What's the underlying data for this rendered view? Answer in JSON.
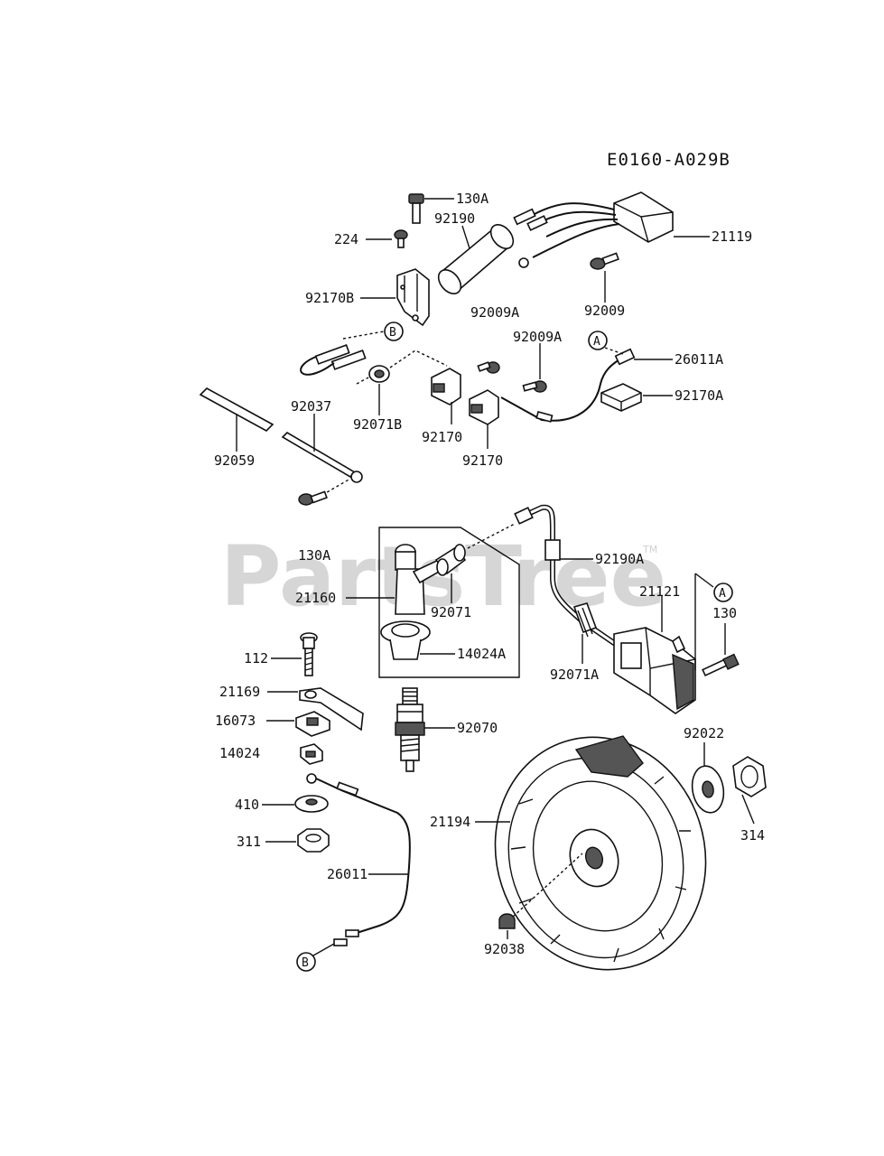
{
  "reference_code": "E0160-A029B",
  "watermark": "PartsTree",
  "watermark_tm": "TM",
  "callout_a": "A",
  "callout_b": "B",
  "labels": {
    "p130A_top": "130A",
    "p92190": "92190",
    "p224": "224",
    "p21119": "21119",
    "p92170B": "92170B",
    "p92009A_mid": "92009A",
    "p92009": "92009",
    "p92009A_right": "92009A",
    "p26011A": "26011A",
    "p92170A": "92170A",
    "p92037": "92037",
    "p92071B": "92071B",
    "p92170_1": "92170",
    "p92170_2": "92170",
    "p92059": "92059",
    "p130A_mid": "130A",
    "p92190A": "92190A",
    "p21160": "21160",
    "p92071": "92071",
    "p21121": "21121",
    "p130": "130",
    "p14024A": "14024A",
    "p92071A": "92071A",
    "p112": "112",
    "p21169": "21169",
    "p16073": "16073",
    "p92070": "92070",
    "p14024": "14024",
    "p92022": "92022",
    "p410": "410",
    "p21194": "21194",
    "p314": "314",
    "p311": "311",
    "p26011": "26011",
    "p92038": "92038"
  }
}
